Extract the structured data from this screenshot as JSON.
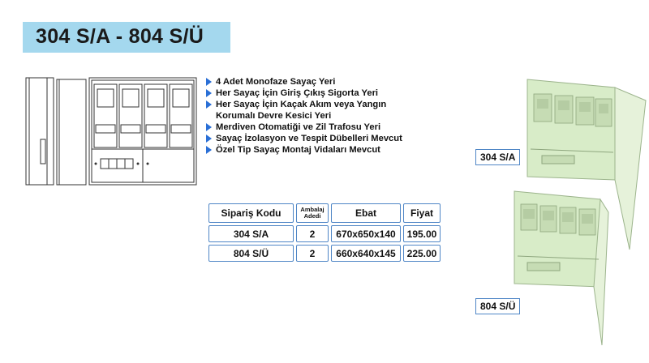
{
  "title": "304 S/A - 804 S/Ü",
  "features": [
    "4 Adet Monofaze Sayaç Yeri",
    "Her Sayaç İçin Giriş Çıkış Sigorta Yeri",
    "Her Sayaç İçin Kaçak Akım veya Yangın Korumalı Devre Kesici Yeri",
    "Merdiven Otomatiği ve Zil Trafosu Yeri",
    "Sayaç İzolasyon ve Tespit Dübelleri Mevcut",
    "Özel Tip Sayaç Montaj Vidaları Mevcut"
  ],
  "table": {
    "headers": {
      "siparis": "Sipariş Kodu",
      "ambalaj_line1": "Ambalaj",
      "ambalaj_line2": "Adedi",
      "ebat": "Ebat",
      "fiyat": "Fiyat"
    },
    "rows": [
      {
        "code": "304 S/A",
        "qty": "2",
        "size": "670x650x140",
        "price": "195.00"
      },
      {
        "code": "804 S/Ü",
        "qty": "2",
        "size": "660x640x145",
        "price": "225.00"
      }
    ]
  },
  "photo_labels": {
    "top": "304 S/A",
    "bottom": "804 S/Ü"
  },
  "colors": {
    "title_bar": "#a4d8ee",
    "accent": "#2a6fd6",
    "table_border": "#4f86c6",
    "cabinet": "#d8ecc8"
  },
  "icons": {
    "bullet": "triangle-right-icon"
  }
}
